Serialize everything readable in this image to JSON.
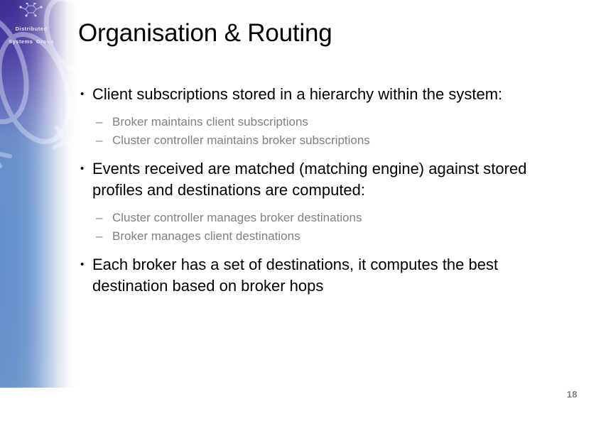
{
  "slide": {
    "title": "Organisation & Routing",
    "page_number": "18",
    "background_color": "#ffffff"
  },
  "logo": {
    "icon_name": "molecule-network-icon",
    "line1": "Distributed",
    "line2": "Systems",
    "line3": "Group",
    "text_color": "#e8e6f6",
    "gradient_top_color": "#3b2d8f",
    "gradient_mid_color": "#6690cb",
    "gradient_bottom_color": "#6b93c9"
  },
  "content": {
    "bullet_marker": "•",
    "sub_bullet_marker": "–",
    "bullet_color": "#000000",
    "sub_bullet_color": "#808080",
    "blocks": [
      {
        "level1": "Client subscriptions stored in a hierarchy within the system:",
        "level2": [
          "Broker maintains client subscriptions",
          "Cluster controller maintains broker subscriptions"
        ]
      },
      {
        "level1": "Events received are matched (matching engine) against stored profiles and destinations are computed:",
        "level2": [
          "Cluster controller manages broker destinations",
          "Broker manages client destinations"
        ]
      },
      {
        "level1": "Each broker has a set of destinations, it computes the best destination based on broker hops",
        "level2": []
      }
    ]
  }
}
